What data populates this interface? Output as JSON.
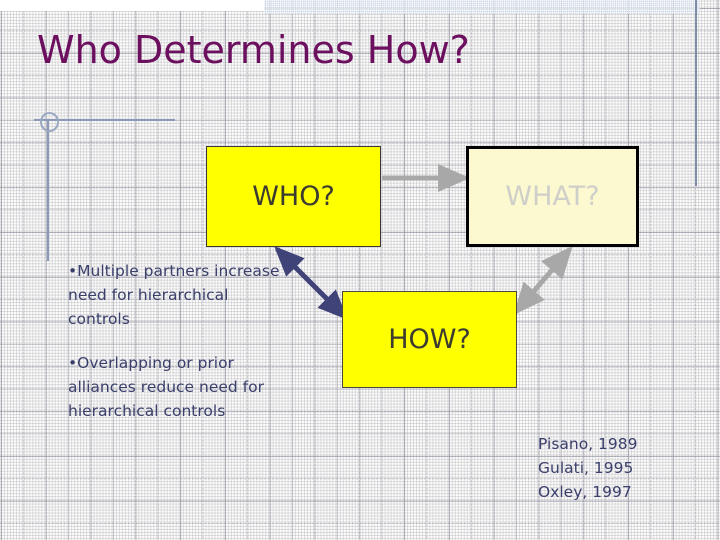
{
  "slide": {
    "title": "Who Determines How?",
    "title_color": "#6b0f5e",
    "background_color": "#fdfdfc"
  },
  "diagram": {
    "boxes": [
      {
        "id": "who",
        "label": "WHO?",
        "fill": "#ffff00",
        "text_color": "#3b3b30",
        "border_color": "#3a3a32"
      },
      {
        "id": "what",
        "label": "WHAT?",
        "fill": "#fcf8cf",
        "text_color": "#cfcfc9",
        "border_color": "#000000"
      },
      {
        "id": "how",
        "label": "HOW?",
        "fill": "#ffff00",
        "text_color": "#3b3b30",
        "border_color": "#4a4a3c"
      }
    ],
    "connectors": [
      {
        "id": "who-to-what",
        "from": "who",
        "to": "what",
        "color": "#a8a8a8",
        "arrowheads": "end"
      },
      {
        "id": "who-to-how",
        "from": "who",
        "to": "how",
        "color": "#3f4377",
        "arrowheads": "both"
      },
      {
        "id": "what-to-how",
        "from": "what",
        "to": "how",
        "color": "#a8a8a8",
        "arrowheads": "both"
      }
    ]
  },
  "body": {
    "text_color": "#3a3f6b",
    "bullet_glyph": "•",
    "bullets": [
      "Multiple partners increase need for hierarchical controls",
      "Overlapping or prior alliances reduce need for hierarchical controls"
    ]
  },
  "citations": [
    "Pisano, 1989",
    "Gulati, 1995",
    "Oxley, 1997"
  ],
  "decor": {
    "rule_color": "#8a9ab8",
    "band_color": "#c6d4e8",
    "right_rule_color": "#7d8da6"
  }
}
